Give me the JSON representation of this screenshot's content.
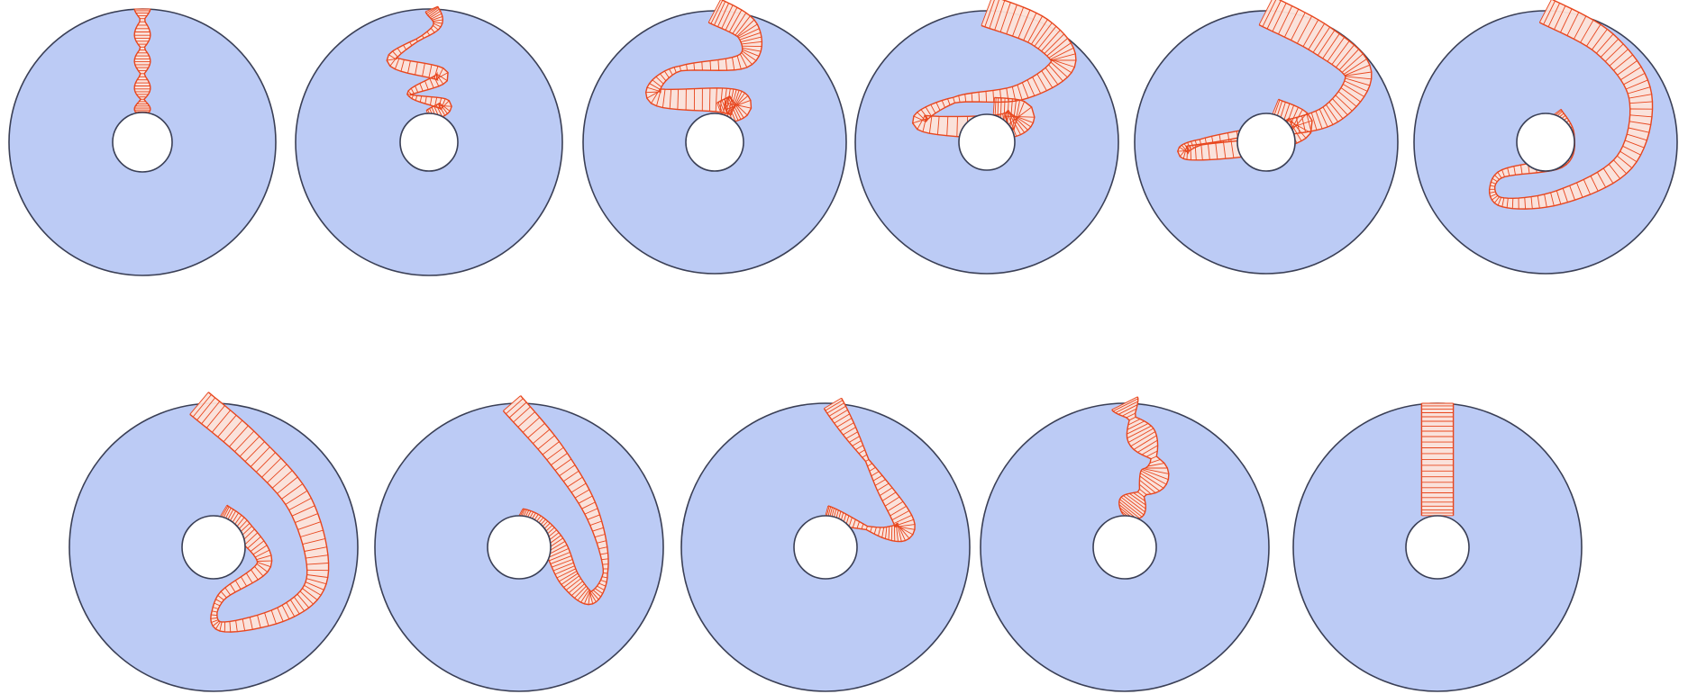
{
  "colors": {
    "disk": "#bccbf5",
    "outline": "#3a3f55",
    "hole": "#ffffff",
    "ribbon": "#e8461e",
    "ribbon_fill": "#fde3d9"
  },
  "figure": {
    "panel_count": 11,
    "rows": [
      {
        "panels": [
          "panel-1",
          "panel-2",
          "panel-3",
          "panel-4",
          "panel-5",
          "panel-6"
        ]
      },
      {
        "panels": [
          "panel-7",
          "panel-8",
          "panel-9",
          "panel-10",
          "panel-11"
        ]
      }
    ],
    "shape": "annulus with twisted ribbon from outer rim to inner hole",
    "labels": []
  }
}
